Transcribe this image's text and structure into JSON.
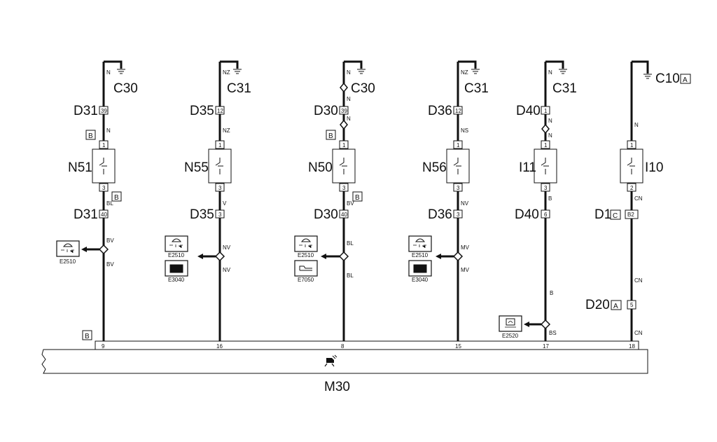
{
  "module": {
    "name": "M30",
    "connector_pins": [
      "9",
      "16",
      "8",
      "15",
      "17",
      "18"
    ],
    "connector_tag": "B"
  },
  "columns": [
    {
      "ground": "C30",
      "ground_wire": "N",
      "top_conn": "D31",
      "top_pin": "39",
      "top_wire": "N",
      "switch_tag": "B",
      "switch": "N51",
      "pin_in": "1",
      "pin_out": "3",
      "switch_side_tag": "B",
      "mid_wire": "BL",
      "bot_conn": "D31",
      "bot_pin": "40",
      "upper_wire": "BV",
      "lower_wire": "BV",
      "devices": [
        "E2510"
      ]
    },
    {
      "ground": "C31",
      "ground_wire": "NZ",
      "top_conn": "D35",
      "top_pin": "12",
      "top_wire": "NZ",
      "switch": "N55",
      "pin_in": "1",
      "pin_out": "3",
      "mid_wire": "V",
      "bot_conn": "D35",
      "bot_pin": "3",
      "upper_wire": "NV",
      "lower_wire": "NV",
      "devices": [
        "E2510",
        "E3040"
      ]
    },
    {
      "ground": "C30",
      "ground_wire": "N",
      "splice_wire": "N",
      "top_conn": "D30",
      "top_pin": "39",
      "top_wire": "N",
      "switch_tag": "B",
      "switch": "N50",
      "pin_in": "1",
      "pin_out": "3",
      "switch_side_tag": "B",
      "mid_wire": "BV",
      "bot_conn": "D30",
      "bot_pin": "40",
      "upper_wire": "BL",
      "lower_wire": "BL",
      "devices": [
        "E2510",
        "E7050"
      ]
    },
    {
      "ground": "C31",
      "ground_wire": "NZ",
      "top_conn": "D36",
      "top_pin": "12",
      "top_wire": "NS",
      "switch": "N56",
      "pin_in": "1",
      "pin_out": "3",
      "mid_wire": "NV",
      "bot_conn": "D36",
      "bot_pin": "3",
      "upper_wire": "MV",
      "lower_wire": "MV",
      "devices": [
        "E2510",
        "E3040"
      ]
    },
    {
      "ground": "C31",
      "ground_wire": "N",
      "splice_wire": "N",
      "top_conn": "D40",
      "top_pin": "1",
      "top_wire": "N",
      "switch": "I11",
      "pin_in": "1",
      "pin_out": "3",
      "mid_wire": "B",
      "bot_conn": "D40",
      "bot_pin": "6",
      "upper_wire": "B",
      "lower_wire": "BS",
      "devices": [
        "E2520"
      ]
    },
    {
      "ground": "C10",
      "ground_tag": "A",
      "top_wire": "N",
      "switch": "I10",
      "pin_in": "1",
      "pin_out": "2",
      "mid_wire": "CN",
      "bot_conn": "D1",
      "bot_tag": "C",
      "bot_pin": "B2",
      "upper_wire": "CN",
      "d20_conn": "D20",
      "d20_tag": "A",
      "d20_pin": "5",
      "lower_wire": "CN"
    }
  ]
}
